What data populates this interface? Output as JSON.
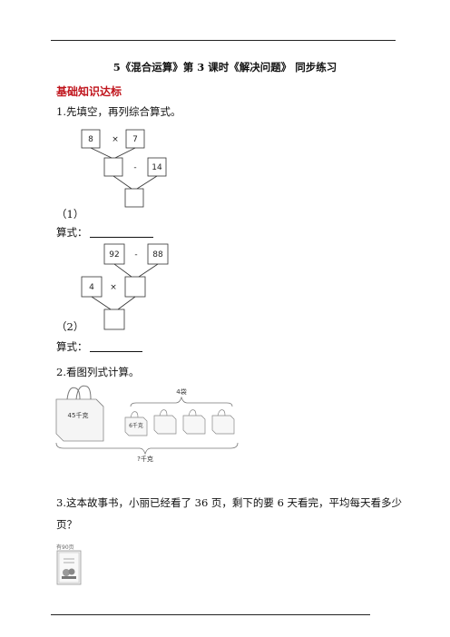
{
  "header": {
    "title": "5《混合运算》第 3 课时《解决问题》      同步练习"
  },
  "section_title": "基础知识达标",
  "q1": {
    "prompt": "1.先填空，再列综合算式。",
    "diagram1": {
      "a": "8",
      "op1": "×",
      "b": "7",
      "op2": "-",
      "c": "14"
    },
    "part1_label": "（1）",
    "formula_label1": "算式：",
    "diagram2": {
      "a": "92",
      "op1": "-",
      "b": "88",
      "c": "4",
      "op2": "×"
    },
    "part2_label": "（2）",
    "formula_label2": "算式："
  },
  "q2": {
    "prompt": "2.看图列式计算。",
    "big_bag_label": "45千克",
    "small_bag_label": "6千克",
    "count_label": "4袋",
    "total_label": "?千克"
  },
  "q3": {
    "prompt_line1": "3.这本故事书，小丽已经看了 36 页，剩下的要 6 天看完，平均每天看多少",
    "prompt_line2": "页？",
    "book_pages_label": "有90页"
  }
}
